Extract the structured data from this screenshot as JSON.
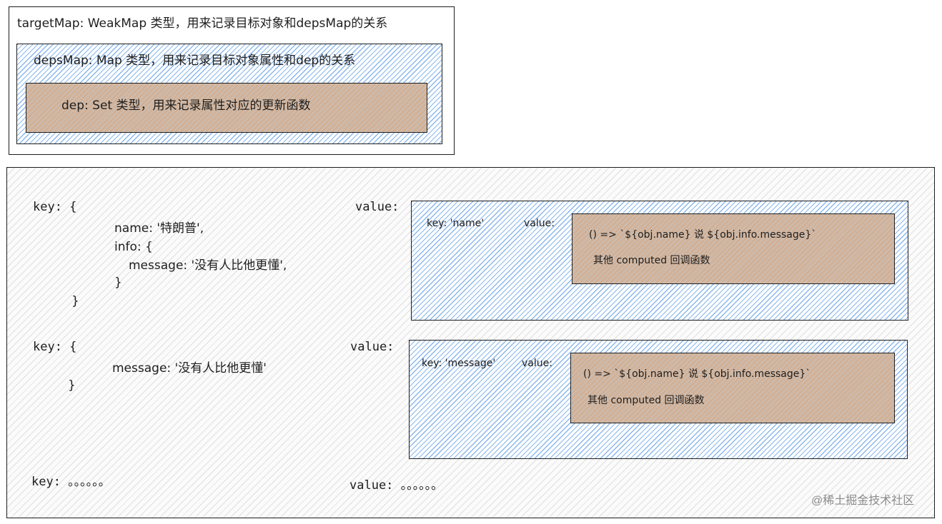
{
  "legend": {
    "target_map": "targetMap: WeakMap 类型，用来记录目标对象和depsMap的关系",
    "deps_map": "depsMap:  Map 类型，用来记录目标对象属性和dep的关系",
    "dep": "dep:  Set 类型，用来记录属性对应的更新函数"
  },
  "entries": [
    {
      "key_label": "key: {",
      "key_lines": [
        "name: '特朗普',",
        "info: {",
        "message: '没有人比他更懂',",
        "}"
      ],
      "key_close": "}",
      "value_label": "value:",
      "inner_key": "key: 'name'",
      "inner_value_label": "value:",
      "fn_line": "() => `${obj.name} 说 ${obj.info.message}`",
      "fn_other": "其他 computed 回调函数"
    },
    {
      "key_label": "key: {",
      "key_lines": [
        "message: '没有人比他更懂'"
      ],
      "key_close": "}",
      "value_label": "value:",
      "inner_key": "key: 'message'",
      "inner_value_label": "value:",
      "fn_line": "() => `${obj.name} 说 ${obj.info.message}`",
      "fn_other": "其他 computed 回调函数"
    }
  ],
  "more": {
    "key_label": "key: 。。。。。。",
    "value_label": "value: 。。。。。。"
  },
  "watermark": "@稀土掘金技术社区",
  "colors": {
    "stroke": "#1e1e1e",
    "blue_hatch": "#4a90e2",
    "brown_fill": "#cdb9a9",
    "orange_hatch": "#e99048"
  }
}
